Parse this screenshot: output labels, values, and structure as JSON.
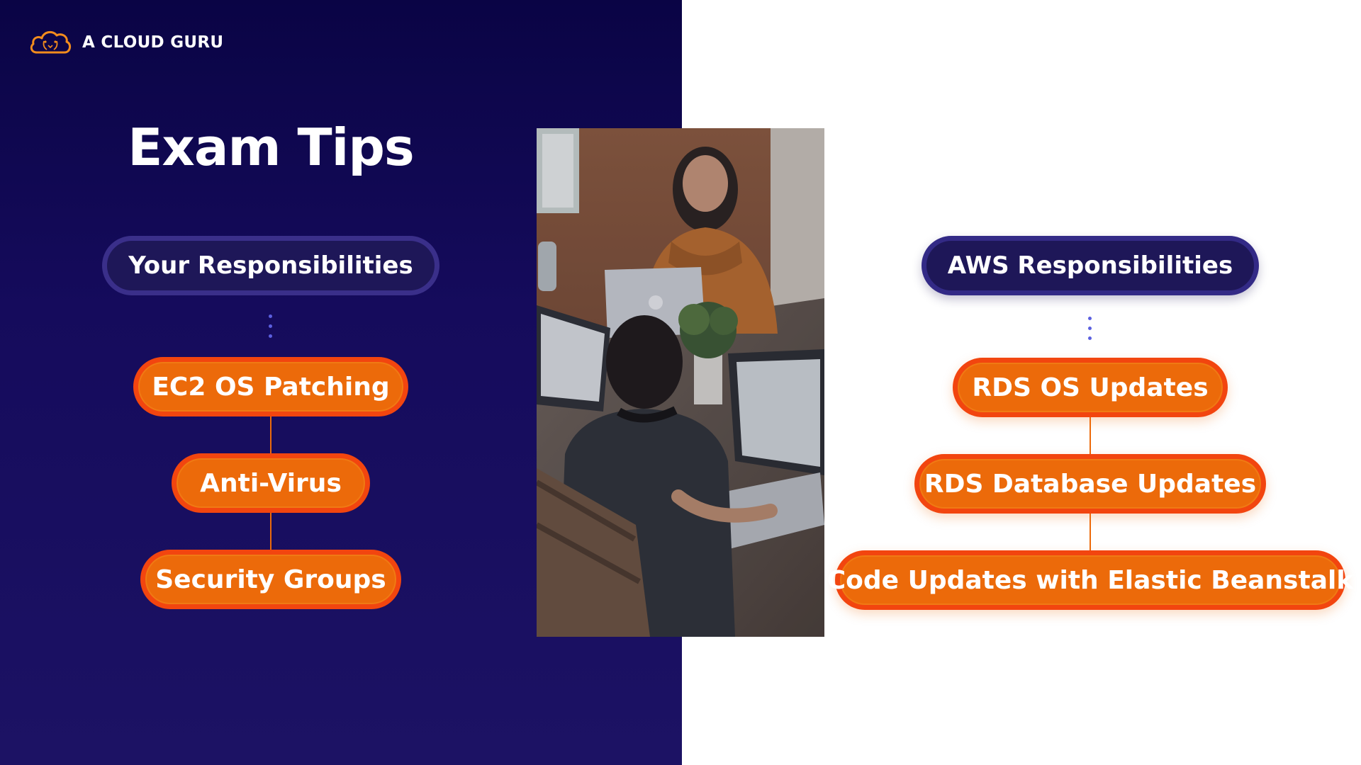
{
  "brand": {
    "name": "A CLOUD GURU",
    "logo_icon": "cloud-logo-icon",
    "accent_color": "#ec6a0a",
    "primary_color": "#150b5c"
  },
  "title": "Exam Tips",
  "your_responsibilities": {
    "heading": "Your Responsibilities",
    "items": [
      {
        "label": "EC2 OS Patching"
      },
      {
        "label": "Anti-Virus"
      },
      {
        "label": "Security Groups"
      }
    ]
  },
  "aws_responsibilities": {
    "heading": "AWS Responsibilities",
    "items": [
      {
        "label": "RDS OS Updates"
      },
      {
        "label": "RDS Database Updates"
      },
      {
        "label": "Code Updates with Elastic Beanstalk"
      }
    ]
  }
}
